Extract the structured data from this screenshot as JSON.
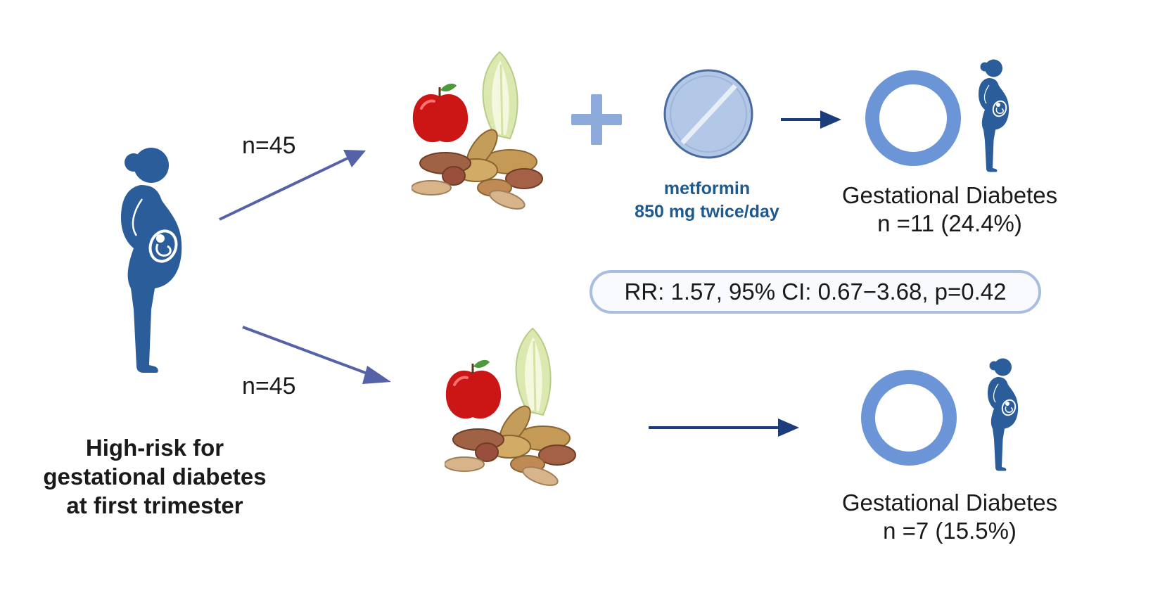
{
  "arms": {
    "top_n": "n=45",
    "bottom_n": "n=45"
  },
  "population": {
    "line1": "High-risk for",
    "line2": "gestational diabetes",
    "line3": "at first trimester"
  },
  "medication": {
    "name": "metformin",
    "dose": "850 mg twice/day"
  },
  "outcomes": {
    "top_title": "Gestational Diabetes",
    "top_value": "n =11 (24.4%)",
    "bottom_title": "Gestational Diabetes",
    "bottom_value": "n =7 (15.5%)"
  },
  "comparison": {
    "text": "RR: 1.57, 95% CI: 0.67−3.68, p=0.42"
  },
  "icons": [
    "pregnant-woman-icon",
    "apple-icon",
    "endive-icon",
    "peanuts-icon",
    "plus-icon",
    "pill-icon",
    "ring-icon",
    "arrow-icon"
  ],
  "colors": {
    "figure": "#2a5d9a",
    "arrow_diag": "#5562a8",
    "arrow_dark": "#1d3d7a",
    "plus": "#8eaadb",
    "pill": "#b3c7e6",
    "ring": "#6b95d6"
  }
}
